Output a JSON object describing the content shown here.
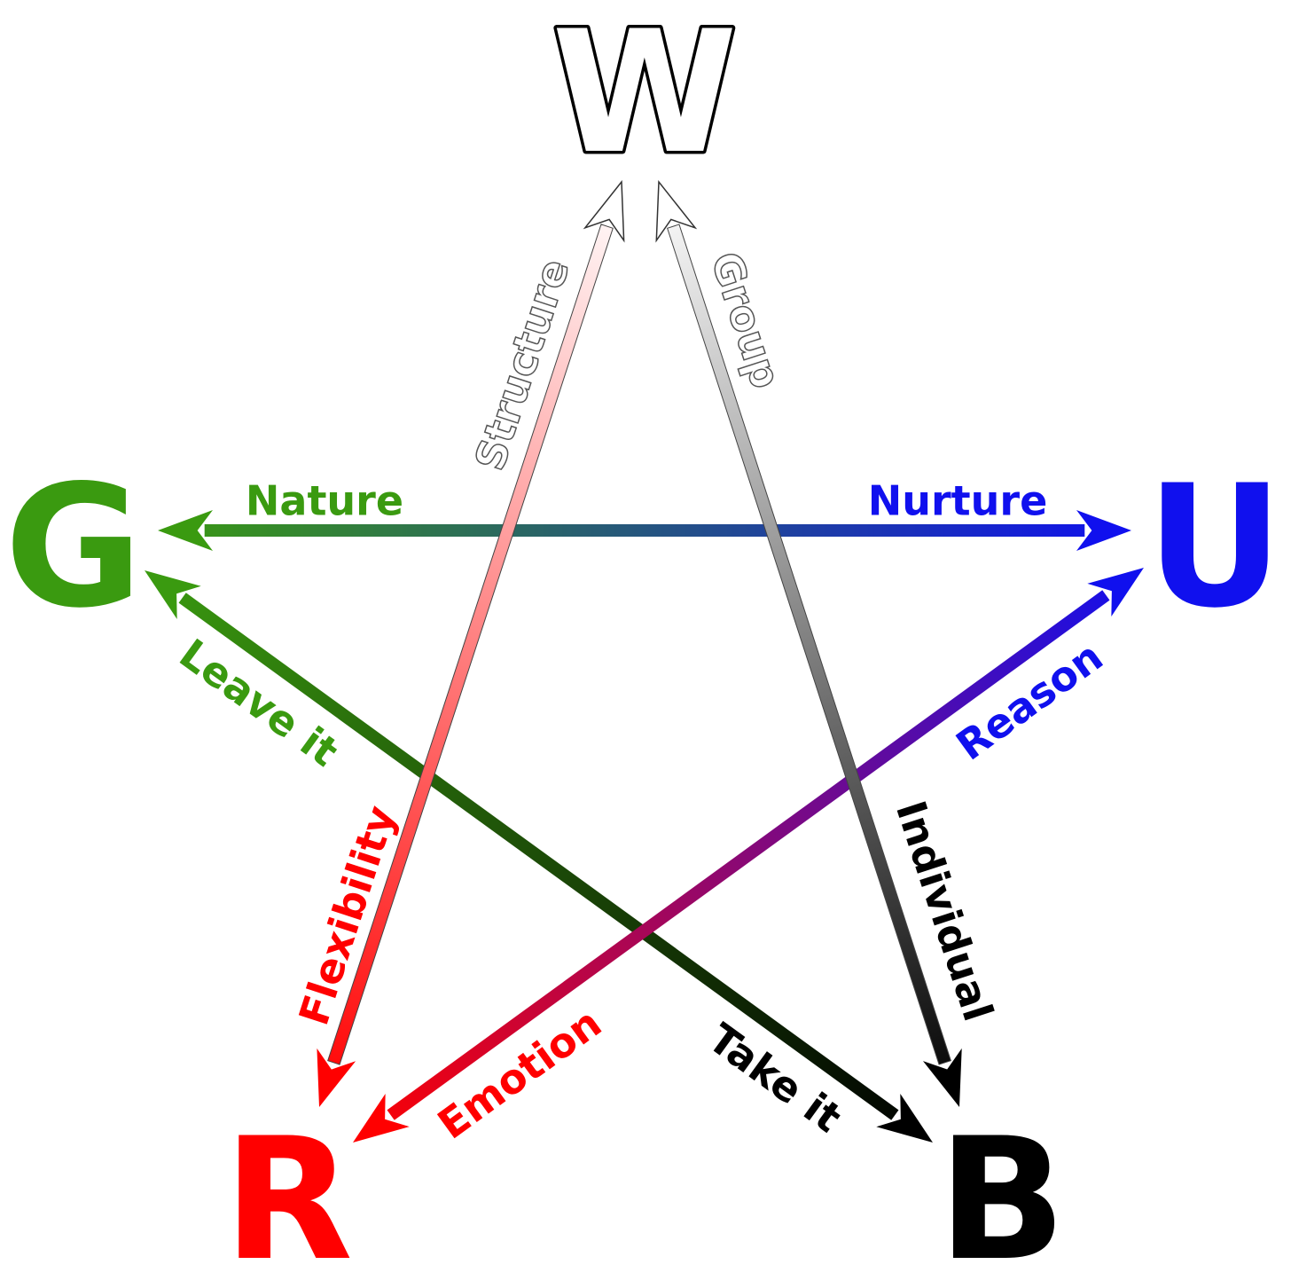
{
  "nodes": [
    {
      "id": "W",
      "label": "W",
      "color": "#ffffff",
      "stroke": "#000000"
    },
    {
      "id": "U",
      "label": "U",
      "color": "#1010ee"
    },
    {
      "id": "B",
      "label": "B",
      "color": "#000000"
    },
    {
      "id": "R",
      "label": "R",
      "color": "#ff0000"
    },
    {
      "id": "G",
      "label": "G",
      "color": "#3a9a10"
    }
  ],
  "edges": [
    {
      "id": "g-u",
      "from_color": "#3a9a10",
      "to_color": "#1010ee",
      "heads": [
        "G",
        "U"
      ],
      "labels": [
        {
          "text": "Nature",
          "color": "#3a9a10"
        },
        {
          "text": "Nurture",
          "color": "#1010ee"
        }
      ]
    },
    {
      "id": "g-b",
      "from_color": "#3a9a10",
      "to_color": "#000000",
      "heads": [
        "G",
        "B"
      ],
      "labels": [
        {
          "text": "Leave it",
          "color": "#3a9a10"
        },
        {
          "text": "Take it",
          "color": "#000000"
        }
      ]
    },
    {
      "id": "u-r",
      "from_color": "#1010ee",
      "to_color": "#ff0000",
      "heads": [
        "U",
        "R"
      ],
      "labels": [
        {
          "text": "Reason",
          "color": "#1010ee"
        },
        {
          "text": "Emotion",
          "color": "#ff0000"
        }
      ]
    },
    {
      "id": "w-r",
      "from_color": "#ffffff",
      "to_color": "#ff0000",
      "heads": [
        "W",
        "R"
      ],
      "labels": [
        {
          "text": "Structure",
          "color": "#ffffff",
          "stroke": "#555555"
        },
        {
          "text": "Flexibility",
          "color": "#ff0000"
        }
      ]
    },
    {
      "id": "w-b",
      "from_color": "#ffffff",
      "to_color": "#000000",
      "heads": [
        "W",
        "B"
      ],
      "labels": [
        {
          "text": "Group",
          "color": "#ffffff",
          "stroke": "#555555"
        },
        {
          "text": "Individual",
          "color": "#000000"
        }
      ]
    }
  ]
}
